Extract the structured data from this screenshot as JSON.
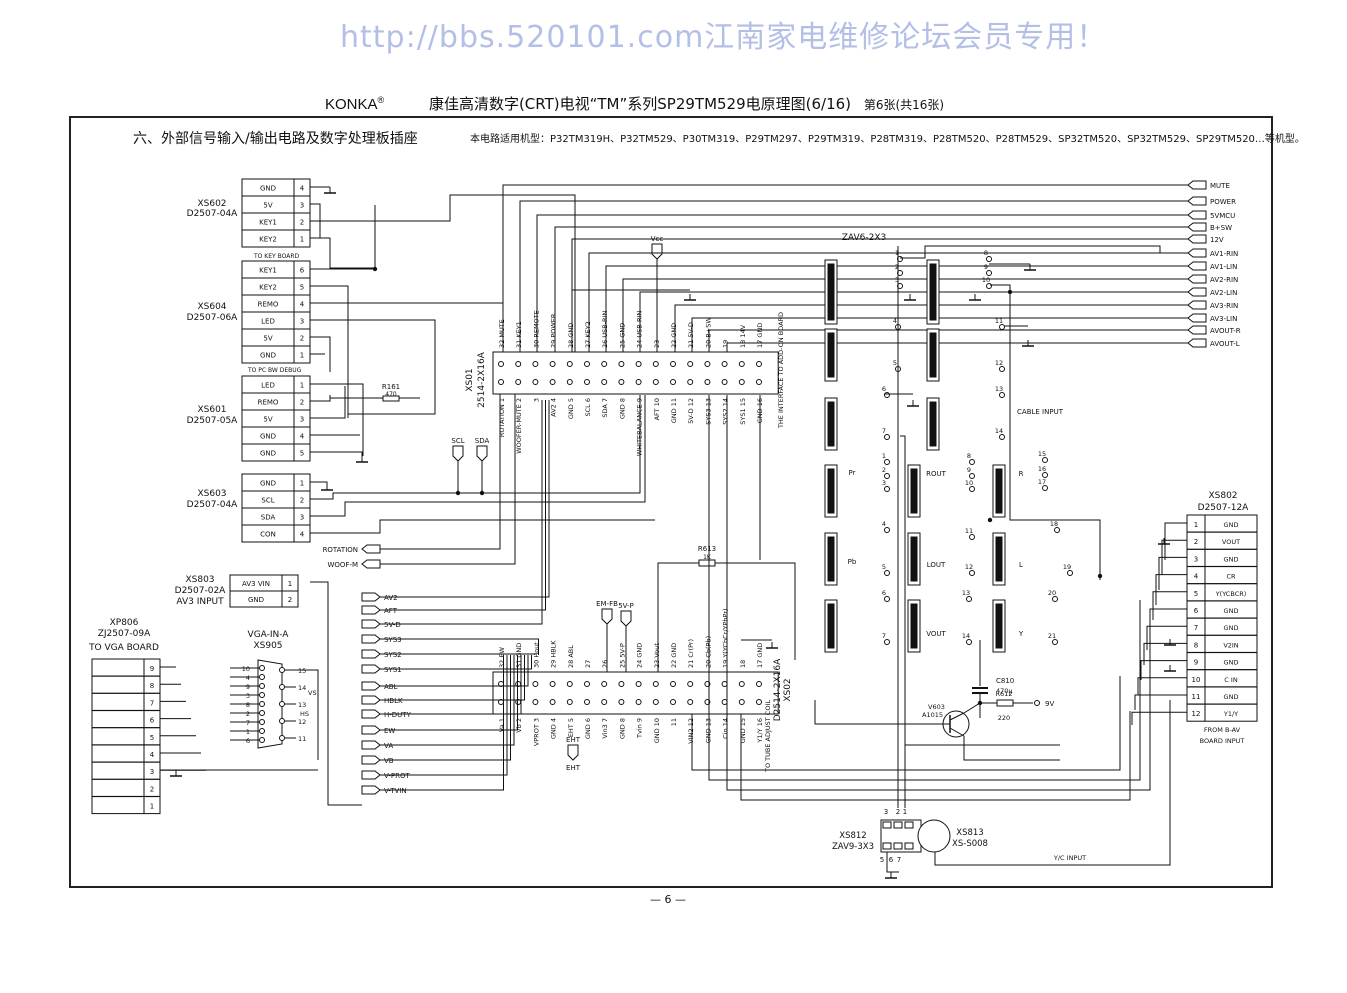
{
  "watermark": "http://bbs.520101.com江南家电维修论坛会员专用！",
  "header": {
    "brand": "KONKA",
    "reg": "®",
    "title": "康佳高清数字(CRT)电视“TM”系列SP29TM529电原理图(6/16)",
    "sheet": "第6张(共16张)"
  },
  "section_title": "六、外部信号输入/输出电路及数字处理板插座",
  "models_note": "本电路适用机型：P32TM319H、P32TM529、P30TM319、P29TM297、P29TM319、P28TM319、P28TM520、P28TM529、SP32TM520、SP32TM529、SP29TM520…等机型。",
  "page_number": "— 6 —",
  "connectors": {
    "xs602": {
      "name": "XS602",
      "part": "D2507-04A",
      "pins": [
        {
          "label": "GND",
          "n": "4"
        },
        {
          "label": "5V",
          "n": "3"
        },
        {
          "label": "KEY1",
          "n": "2"
        },
        {
          "label": "KEY2",
          "n": "1"
        }
      ]
    },
    "xs604": {
      "name": "XS604",
      "part": "D2507-06A",
      "note": "TO KEY BOARD",
      "pins": [
        {
          "label": "KEY1",
          "n": "6"
        },
        {
          "label": "KEY2",
          "n": "5"
        },
        {
          "label": "REMO",
          "n": "4"
        },
        {
          "label": "LED",
          "n": "3"
        },
        {
          "label": "5V",
          "n": "2"
        },
        {
          "label": "GND",
          "n": "1"
        }
      ]
    },
    "xs601": {
      "name": "XS601",
      "part": "D2507-05A",
      "note": "TO PC BW DEBUG",
      "pins": [
        {
          "label": "LED",
          "n": "1"
        },
        {
          "label": "REMO",
          "n": "2"
        },
        {
          "label": "5V",
          "n": "3"
        },
        {
          "label": "GND",
          "n": "4"
        },
        {
          "label": "GND",
          "n": "5"
        }
      ]
    },
    "xs603": {
      "name": "XS603",
      "part": "D2507-04A",
      "pins": [
        {
          "label": "GND",
          "n": "1"
        },
        {
          "label": "SCL",
          "n": "2"
        },
        {
          "label": "SDA",
          "n": "3"
        },
        {
          "label": "CON",
          "n": "4"
        }
      ]
    },
    "xs803": {
      "name": "XS803",
      "part": "D2507-02A",
      "note": "AV3 INPUT",
      "pins": [
        {
          "label": "AV3 VIN",
          "n": "1"
        },
        {
          "label": "GND",
          "n": "2"
        }
      ]
    },
    "xp806": {
      "name": "XP806",
      "part": "ZJ2507-09A",
      "note": "TO VGA BOARD",
      "pins": [
        "9",
        "8",
        "7",
        "6",
        "5",
        "4",
        "3",
        "2",
        "1"
      ]
    },
    "xs905": {
      "name": "XS905",
      "part": "VGA-IN-A",
      "left_pins": [
        "10",
        "4",
        "9",
        "3",
        "8",
        "2",
        "7",
        "1",
        "6"
      ],
      "right_pins": [
        "15",
        "14",
        "13",
        "12",
        "11"
      ],
      "vs": "VS",
      "hs": "HS"
    },
    "xs802": {
      "name": "XS802",
      "part": "D2507-12A",
      "note1": "FROM B-AV",
      "note2": "BOARD INPUT",
      "pins": [
        {
          "label": "GND",
          "n": "1"
        },
        {
          "label": "VOUT",
          "n": "2"
        },
        {
          "label": "GND",
          "n": "3"
        },
        {
          "label": "CR",
          "n": "4"
        },
        {
          "label": "Y(YCBCR)",
          "n": "5"
        },
        {
          "label": "GND",
          "n": "6"
        },
        {
          "label": "GND",
          "n": "7"
        },
        {
          "label": "V2IN",
          "n": "8"
        },
        {
          "label": "GND",
          "n": "9"
        },
        {
          "label": "C IN",
          "n": "10"
        },
        {
          "label": "GND",
          "n": "11"
        },
        {
          "label": "Y1/Y",
          "n": "12"
        }
      ]
    },
    "xs01": {
      "name": "XS01",
      "part": "2514-2X16A",
      "side_note": "THE INTERFACE TO ADD-ON BOARD",
      "top": [
        "32 MUTE",
        "31 KEY1",
        "30 REMOTE",
        "29 POWER",
        "28 GND",
        "27 KEY2",
        "26 USB-RIN",
        "25 GND",
        "24 USB-RIN",
        "23",
        "22 GND",
        "21 5V-D",
        "20 B+SW",
        "19",
        "18 14V",
        "17 GND"
      ],
      "bottom": [
        "ROTATION 1",
        "WOOFER-MUTE 2",
        "3",
        "AV2 4",
        "GND 5",
        "SCL 6",
        "SDA 7",
        "GND 8",
        "WHITEBALANCE 9",
        "AFT 10",
        "GND 11",
        "5V-D 12",
        "SYS3 13",
        "SYS2 14",
        "SYS1 15",
        "GND 16"
      ]
    },
    "xs02": {
      "name": "XS02",
      "part": "D2514-2X16A",
      "side_note": "TO TUBE ADJUST COIL",
      "top": [
        "32 EW",
        "31 GND",
        "30 Hout",
        "29 HBLK",
        "28 ABL",
        "27",
        "26",
        "25 5V-P",
        "24 GND",
        "23 Vout",
        "22 GND",
        "21 Cr(Pr)",
        "20 Cb(Pb)",
        "19 Y(YCbCr/YPbPr)",
        "18",
        "17 GND"
      ],
      "bottom": [
        "Va 1",
        "Vb 2",
        "VPROT 3",
        "GND 4",
        "EHT 5",
        "GND 6",
        "Vin3 7",
        "GND 8",
        "Tvin 9",
        "GND 10",
        "11",
        "VIN2 12",
        "GND 13",
        "Cin 14",
        "GND 15",
        "Y1/Y 16"
      ]
    },
    "zav6": {
      "name": "ZAV6-2X3"
    },
    "xs812": {
      "name": "XS812",
      "part": "ZAV9-3X3"
    },
    "xs813": {
      "name": "XS813",
      "part": "XS-S008"
    }
  },
  "left_signals": [
    "AV2",
    "AFT",
    "5V-D",
    "SYS3",
    "SYS2",
    "SYS1",
    "ABL",
    "HBLK",
    "H-DUTY",
    "EW",
    "VA",
    "VB",
    "V-PROT",
    "V-TVIN"
  ],
  "misc_signals": [
    "ROTATION",
    "WOOF-M"
  ],
  "right_signals": [
    "MUTE",
    "POWER",
    "5VMCU",
    "B+SW",
    "12V",
    "AV1-RIN",
    "AV1-LIN",
    "AV2-RIN",
    "AV2-LIN",
    "AV3-RIN",
    "AV3-LIN",
    "AVOUT-R",
    "AVOUT-L"
  ],
  "components": {
    "r161": {
      "ref": "R161",
      "val": "470"
    },
    "r613": {
      "ref": "R613",
      "val": "1K"
    },
    "r612": {
      "ref": "R612",
      "val": "220"
    },
    "c810": {
      "ref": "C810",
      "val": "470μ"
    },
    "v603": {
      "ref": "V603",
      "val": "A1015"
    },
    "nine_v": "9V",
    "vcc": "Vcc",
    "scl": "SCL",
    "sda": "SDA",
    "emfb": "EM-FB",
    "fivevp": "5V-P",
    "eht": "EHT",
    "yc_input": "Y/C INPUT"
  },
  "av_labels": {
    "pr": "Pr",
    "pb": "Pb",
    "rout": "ROUT",
    "lout": "LOUT",
    "vout": "VOUT",
    "r": "R",
    "l": "L",
    "y": "Y",
    "cable": "CABLE INPUT"
  }
}
